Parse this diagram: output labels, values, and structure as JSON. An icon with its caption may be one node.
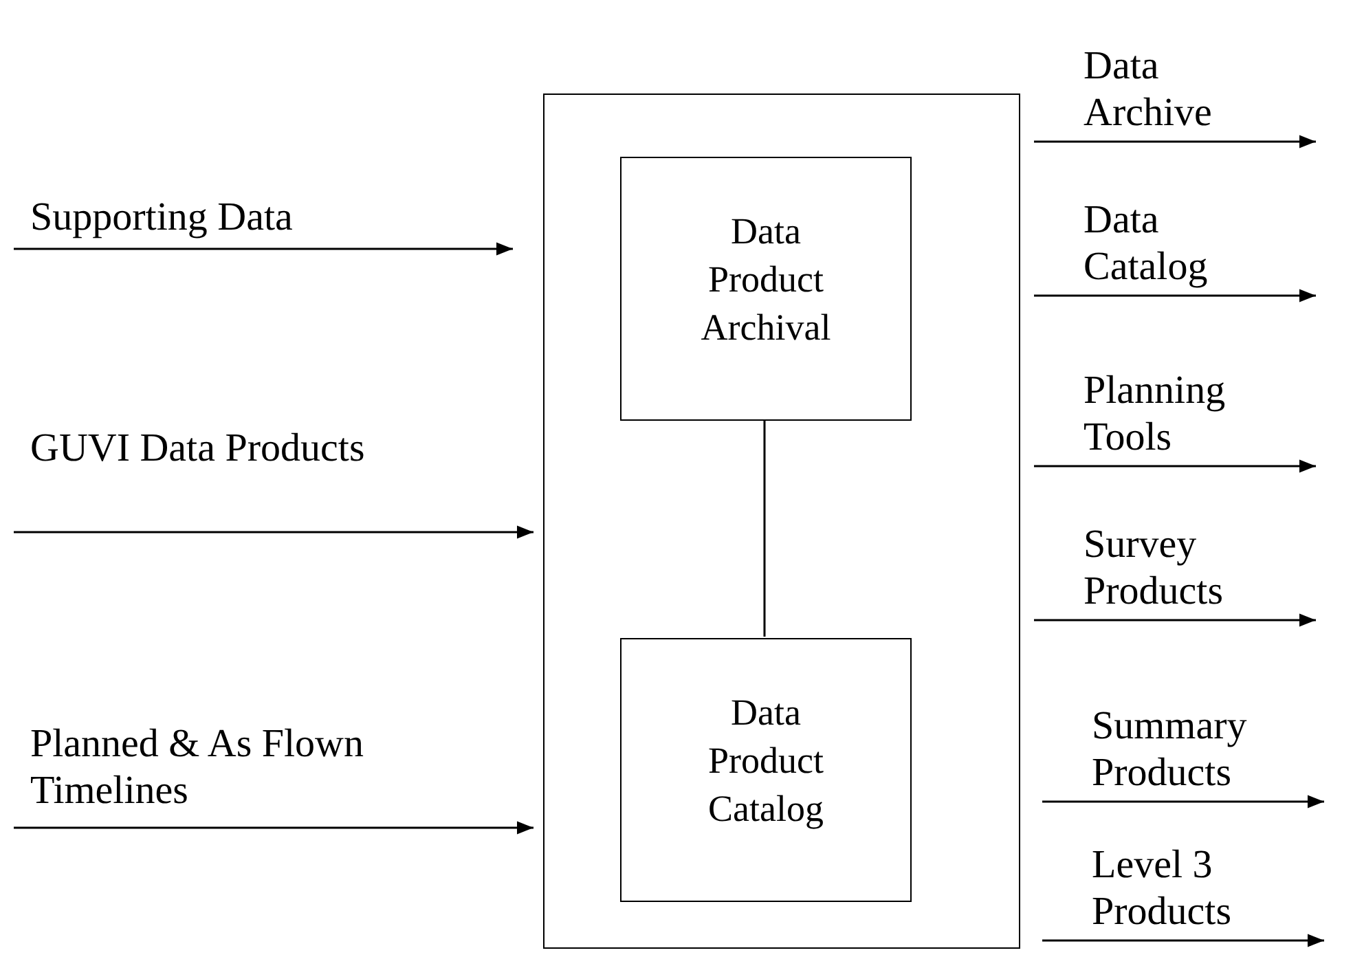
{
  "diagram": {
    "nodes": [
      {
        "text": [],
        "shape": "box"
      },
      {
        "text": [
          "Data Product Archival"
        ],
        "in": 0
      },
      {
        "text": [
          "Data Product Catalog"
        ],
        "in": 0
      }
    ],
    "edges": [
      {
        "from": null,
        "to": 0,
        "arrow": "to",
        "label": "Supporting Data"
      },
      {
        "from": null,
        "to": 0,
        "arrow": "to",
        "label": "GUVI Data Products"
      },
      {
        "from": null,
        "to": 0,
        "arrow": "to",
        "label": "Planned & As Flown Timelines"
      },
      {
        "from": 1,
        "to": 2,
        "arrow": "none"
      },
      {
        "from": 0,
        "to": null,
        "arrow": "to",
        "label": "Data Archive"
      },
      {
        "from": 0,
        "to": null,
        "arrow": "to",
        "label": "Data Catalog"
      },
      {
        "from": 0,
        "to": null,
        "arrow": "to",
        "label": "Planning Tools"
      },
      {
        "from": 0,
        "to": null,
        "arrow": "to",
        "label": "Survey Products"
      },
      {
        "from": 0,
        "to": null,
        "arrow": "to",
        "label": "Summary Products"
      },
      {
        "from": 0,
        "to": null,
        "arrow": "to",
        "label": "Level 3 Products"
      }
    ]
  }
}
